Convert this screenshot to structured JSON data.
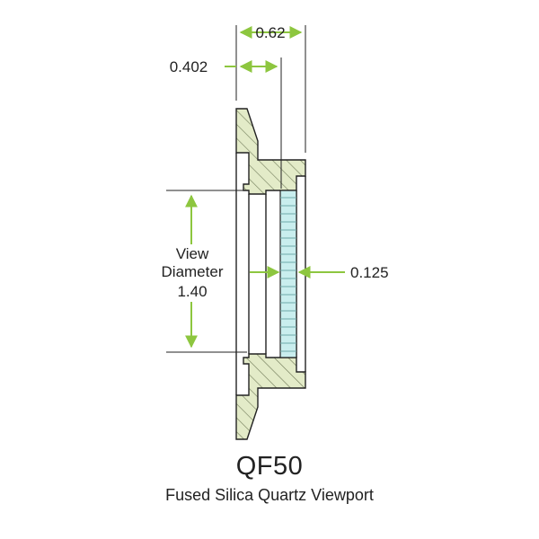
{
  "diagram": {
    "dimensions": {
      "overall_depth": "0.62",
      "flange_depth": "0.402",
      "window_thickness": "0.125",
      "view_label_line1": "View",
      "view_label_line2": "Diameter",
      "view_diameter": "1.40"
    },
    "title": "QF50",
    "subtitle": "Fused Silica Quartz Viewport"
  },
  "colors": {
    "body_fill": "#e3ebc8",
    "hatch": "#6f7a58",
    "outline": "#222222",
    "glass_fill": "#c9eeee",
    "glass_lines": "#6fa9a9",
    "dimension_arrow": "#8dc63f"
  },
  "icons": {
    "arrowhead": "dimension-arrowhead"
  }
}
